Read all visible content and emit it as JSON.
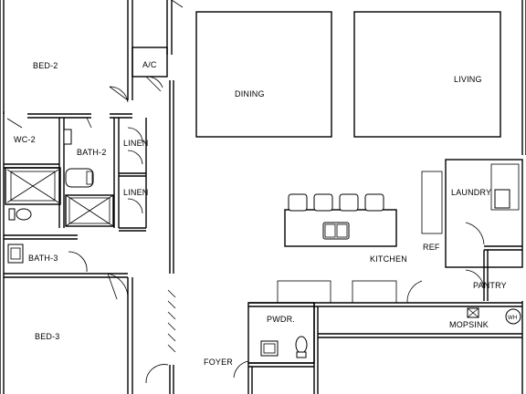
{
  "rooms": {
    "bed2": "BED-2",
    "ac": "A/C",
    "dining": "DINING",
    "living": "LIVING",
    "wc2": "WC-2",
    "bath2": "BATH-2",
    "linen1": "LINEN",
    "linen2": "LINEN",
    "laundry": "LAUNDRY",
    "bath3": "BATH-3",
    "ref": "REF",
    "kitchen": "KITCHEN",
    "pantry": "PANTRY",
    "pwdr": "PWDR.",
    "mopsink": "MOPSINK",
    "wh": "WH",
    "bed3": "BED-3",
    "foyer": "FOYER"
  }
}
